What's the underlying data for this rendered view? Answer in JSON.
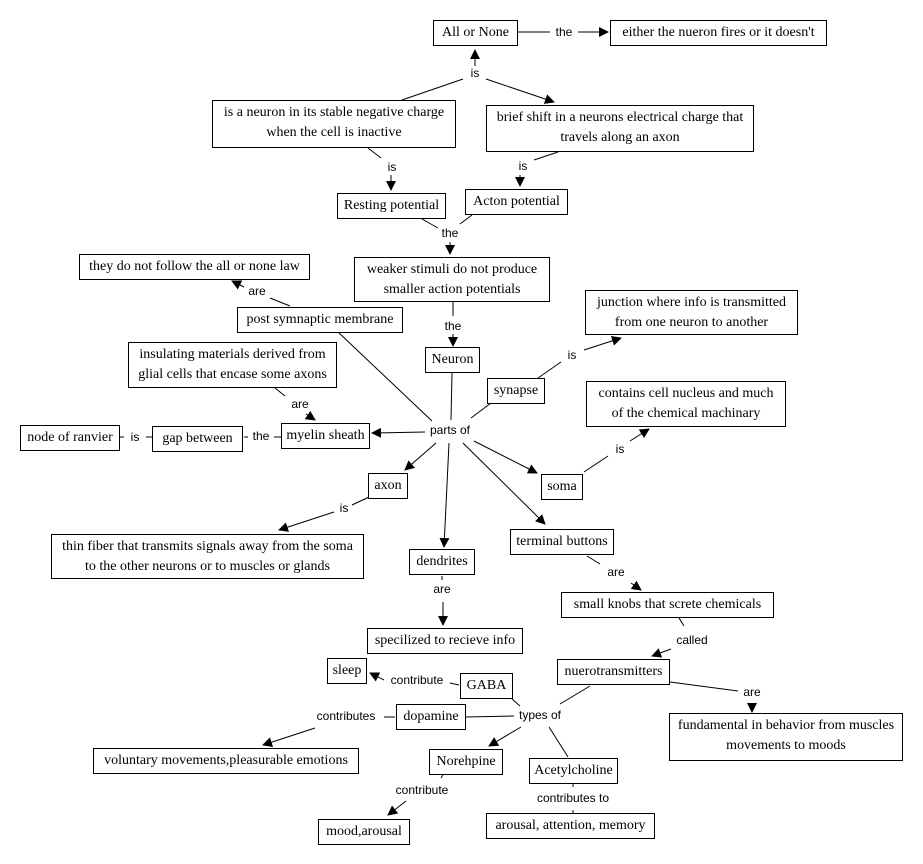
{
  "concepts": {
    "all_or_none": "All or None",
    "either": "either the nueron fires or it doesn't",
    "resting_def": "is a neuron in its stable negative charge when the cell is inactive",
    "action_def": "brief shift in a neurons electrical charge that travels along an axon",
    "resting": "Resting potential",
    "action": "Acton potential",
    "weaker": "weaker stimuli do not produce smaller action potentials",
    "they_do_not": "they do not follow the all or none law",
    "post": "post symnaptic membrane",
    "junction": "junction where info is transmitted from one neuron to another",
    "insulating": "insulating materials derived from glial cells that encase some axons",
    "neuron": "Neuron",
    "synapse": "synapse",
    "contains": "contains cell nucleus and much of the chemical machinary",
    "node": "node of ranvier",
    "gap": "gap between",
    "myelin": "myelin sheath",
    "axon": "axon",
    "soma": "soma",
    "thin": "thin fiber that transmits signals away from the soma to the other neurons or to muscles or glands",
    "terminal": "terminal buttons",
    "dendrites": "dendrites",
    "small_knobs": "small knobs that screte chemicals",
    "specialized": "specilized to recieve info",
    "neurotrans": "nuerotransmitters",
    "sleep": "sleep",
    "gaba": "GABA",
    "dopamine": "dopamine",
    "fundamental": "fundamental in behavior from muscles movements to moods",
    "voluntary": "voluntary movements,pleasurable emotions",
    "norehpine": "Norehpine",
    "acetyl": "Acetylcholine",
    "mood": "mood,arousal",
    "arousal": "arousal, attention, memory"
  },
  "linking_phrases": {
    "the_top": "the",
    "is_top": "is",
    "is_rest": "is",
    "is_act": "is",
    "the_mid": "the",
    "the_neuron": "the",
    "are_post": "are",
    "is_syn": "is",
    "are_ins": "are",
    "parts_of": "parts of",
    "is_node": "is",
    "the_gap": "the",
    "is_soma": "is",
    "is_axon": "is",
    "are_term": "are",
    "are_dend": "are",
    "called": "called",
    "contribute_gaba": "contribute",
    "contributes_dop": "contributes",
    "types_of": "types of",
    "are_nt": "are",
    "contribute_nor": "contribute",
    "contributes_to": "contributes to"
  }
}
